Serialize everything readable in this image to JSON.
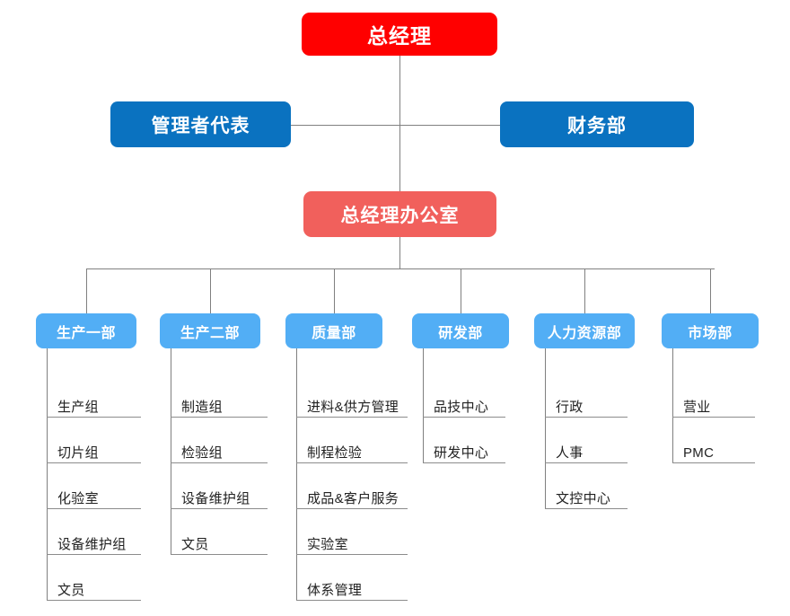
{
  "chart_meta": {
    "type": "organization-chart",
    "title": "",
    "background": "#FFFFFF",
    "line_color": "#808080"
  },
  "colors": {
    "red": "#FF0000",
    "blue": "#0A72C0",
    "salmon": "#F1605C",
    "light_blue": "#52AEF5",
    "line": "#808080",
    "leaf_text": "#222222",
    "leaf_line": "#8C8C8C"
  },
  "levels": {
    "top": {
      "label": "总经理",
      "color_key": "red"
    },
    "staff_left": {
      "label": "管理者代表",
      "color_key": "blue"
    },
    "staff_right": {
      "label": "财务部",
      "color_key": "blue"
    },
    "office": {
      "label": "总经理办公室",
      "color_key": "salmon"
    }
  },
  "departments": [
    {
      "label": "生产一部",
      "color_key": "light_blue",
      "children": [
        "生产组",
        "切片组",
        "化验室",
        "设备维护组",
        "文员"
      ]
    },
    {
      "label": "生产二部",
      "color_key": "light_blue",
      "children": [
        "制造组",
        "检验组",
        "设备维护组",
        "文员"
      ]
    },
    {
      "label": "质量部",
      "color_key": "light_blue",
      "children": [
        "进料&供方管理",
        "制程检验",
        "成品&客户服务",
        "实验室",
        "体系管理"
      ]
    },
    {
      "label": "研发部",
      "color_key": "light_blue",
      "children": [
        "品技中心",
        "研发中心"
      ]
    },
    {
      "label": "人力资源部",
      "color_key": "light_blue",
      "children": [
        "行政",
        "人事",
        "文控中心"
      ]
    },
    {
      "label": "市场部",
      "color_key": "light_blue",
      "children": [
        "营业",
        "PMC"
      ]
    }
  ]
}
